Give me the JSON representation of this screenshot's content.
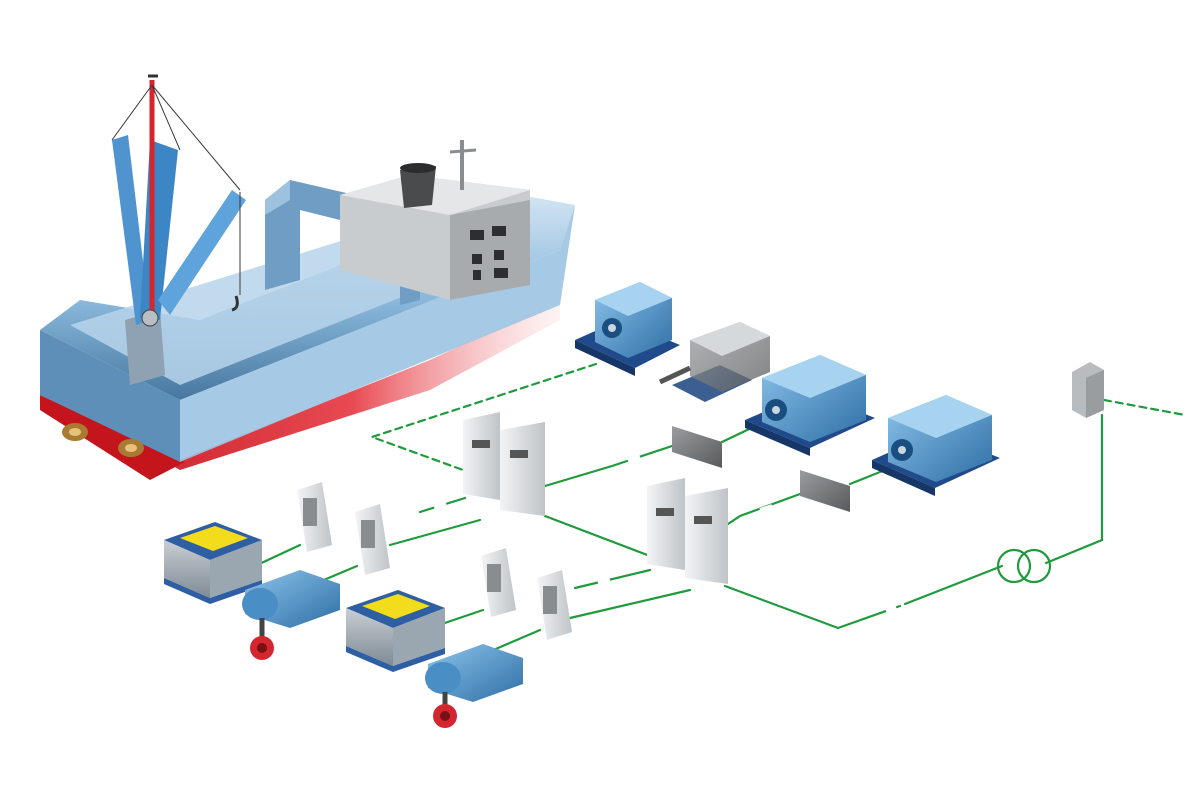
{
  "diagram": {
    "type": "isometric marine hybrid power system illustration",
    "labels": [],
    "components": {
      "vessel": "crane-vessel",
      "diesel_generators": 4,
      "main_switchboards": 2,
      "frequency_converters": 4,
      "battery_packs": 2,
      "thruster_motors": 2,
      "dc_dc_converters": 2,
      "shore_transformer": 1,
      "shore_connection_box": 1
    },
    "colors": {
      "bus_line": "#1f9a3c",
      "equipment_blue": "#3f8fc7",
      "hull_red": "#d8262e",
      "cabinet_grey": "#dfe2e4",
      "battery_lid": "#f2dc1b"
    }
  }
}
